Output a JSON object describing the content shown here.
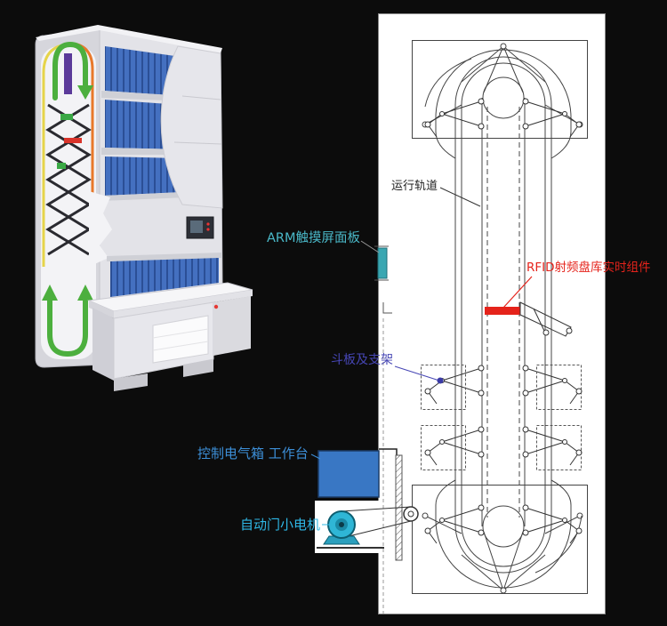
{
  "labels": {
    "running_track": "运行轨道",
    "arm_touch_panel": "ARM触摸屏面板",
    "rfid_component": "RFID射频盘库实时组件",
    "bucket_and_bracket": "斗板及支架",
    "control_box_workbench": "控制电气箱 工作台",
    "auto_door_motor": "自动门小电机"
  },
  "colors": {
    "background": "#0c0c0c",
    "running_track": "#222222",
    "arm_touch_panel": "#4ab8c8",
    "rfid_component": "#e5231b",
    "bucket_and_bracket": "#4646b4",
    "control_box_workbench": "#3d8fd8",
    "auto_door_motor": "#2fb8e6",
    "drawer_blue": "#4470c0",
    "arrow_green": "#4caf3e",
    "path_orange": "#e8782a",
    "path_yellow": "#e6d44a"
  }
}
